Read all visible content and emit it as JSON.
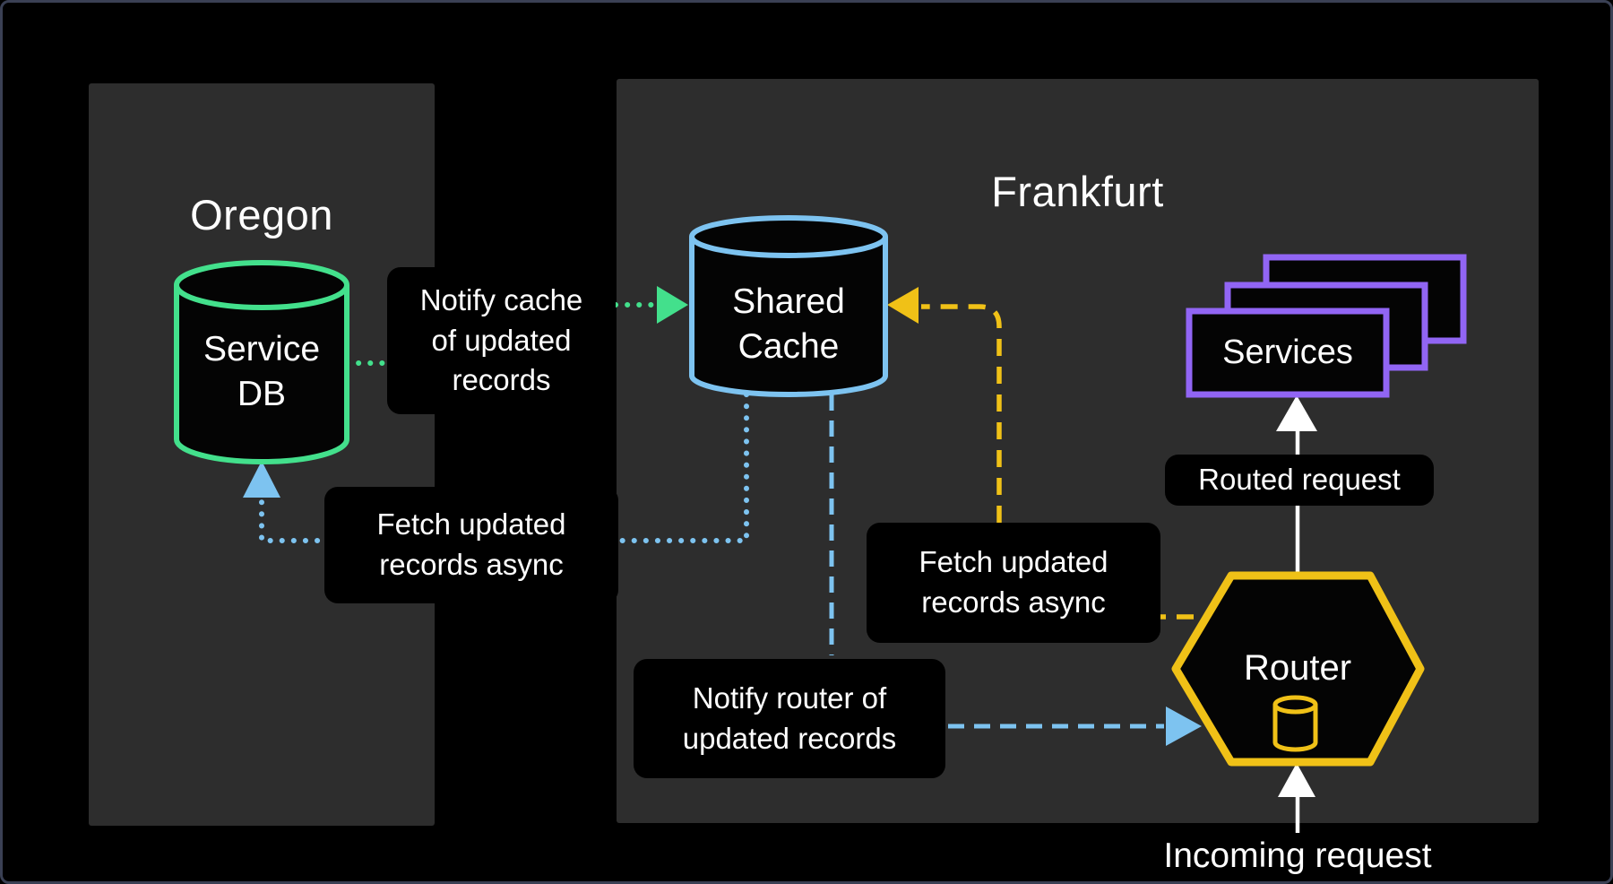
{
  "regions": {
    "oregon": {
      "label": "Oregon"
    },
    "frankfurt": {
      "label": "Frankfurt"
    }
  },
  "nodes": {
    "service_db": {
      "label": "Service\nDB",
      "shape": "database-cylinder",
      "region": "oregon"
    },
    "shared_cache": {
      "label": "Shared\nCache",
      "shape": "database-cylinder",
      "region": "frankfurt"
    },
    "router": {
      "label": "Router",
      "shape": "hexagon-with-db-icon",
      "region": "frankfurt"
    },
    "services": {
      "label": "Services",
      "shape": "stacked-cards",
      "region": "frankfurt"
    }
  },
  "edges": {
    "notify_cache": {
      "label": "Notify cache\nof updated\nrecords",
      "from": "service_db",
      "to": "shared_cache",
      "style": "dotted",
      "color_name": "green"
    },
    "fetch_db": {
      "label": "Fetch updated\nrecords async",
      "from": "shared_cache",
      "to": "service_db",
      "style": "dotted",
      "color_name": "blue"
    },
    "fetch_cache": {
      "label": "Fetch updated\nrecords async",
      "from": "router",
      "to": "shared_cache",
      "style": "dashed",
      "color_name": "yellow"
    },
    "notify_router": {
      "label": "Notify router of\nupdated records",
      "from": "shared_cache",
      "to": "router",
      "style": "dashed",
      "color_name": "blue"
    },
    "routed": {
      "label": "Routed request",
      "from": "router",
      "to": "services",
      "style": "solid",
      "color_name": "white"
    },
    "incoming": {
      "label": "Incoming request",
      "from": "outside",
      "to": "router",
      "style": "solid",
      "color_name": "white"
    }
  },
  "colors": {
    "green": "#43e08c",
    "blue": "#7dc3f0",
    "yellow": "#f0c117",
    "purple": "#9165f4",
    "panel": "#2d2d2d",
    "frame": "#3a4054",
    "label_bg": "#000000",
    "text": "#ffffff"
  }
}
